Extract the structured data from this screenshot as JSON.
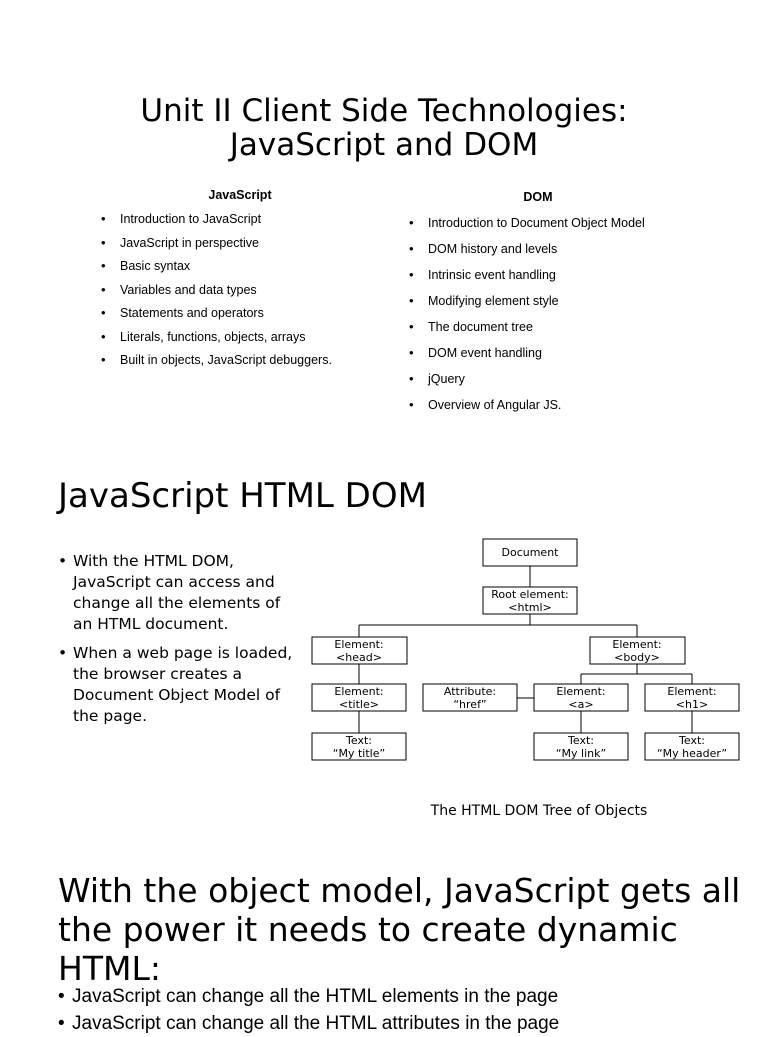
{
  "slide1": {
    "title_line1": "Unit II Client Side Technologies:",
    "title_line2": "JavaScript and DOM",
    "left_heading": "JavaScript",
    "left_items": [
      "Introduction to JavaScript",
      "JavaScript in perspective",
      "Basic syntax",
      "Variables and data types",
      "Statements and operators",
      "Literals, functions, objects, arrays",
      "Built in objects, JavaScript debuggers."
    ],
    "right_heading": "DOM",
    "right_items": [
      "Introduction to Document Object Model",
      "DOM history and levels",
      "Intrinsic event handling",
      "Modifying element style",
      "The document tree",
      "DOM event handling",
      "jQuery",
      "Overview of Angular JS."
    ]
  },
  "slide2": {
    "title": "JavaScript HTML DOM",
    "bullets": [
      "With the HTML DOM, JavaScript can access and change all the elements of an HTML document.",
      "When a web page is loaded, the browser creates a Document Object Model of the page."
    ],
    "tree": {
      "document": [
        "Document"
      ],
      "root": [
        "Root element:",
        "<html>"
      ],
      "head": [
        "Element:",
        "<head>"
      ],
      "body": [
        "Element:",
        "<body>"
      ],
      "title": [
        "Element:",
        "<title>"
      ],
      "attribute": [
        "Attribute:",
        "“href”"
      ],
      "a": [
        "Element:",
        "<a>"
      ],
      "h1": [
        "Element:",
        "<h1>"
      ],
      "text_title": [
        "Text:",
        "“My title”"
      ],
      "text_link": [
        "Text:",
        "“My link”"
      ],
      "text_header": [
        "Text:",
        "“My header”"
      ]
    },
    "caption": "The HTML DOM Tree of Objects"
  },
  "slide3": {
    "title": "With the object model, JavaScript gets all the power it needs to create dynamic HTML:",
    "bullets": [
      "JavaScript can change all the HTML elements in the page",
      "JavaScript can change all the HTML attributes in the page"
    ]
  }
}
